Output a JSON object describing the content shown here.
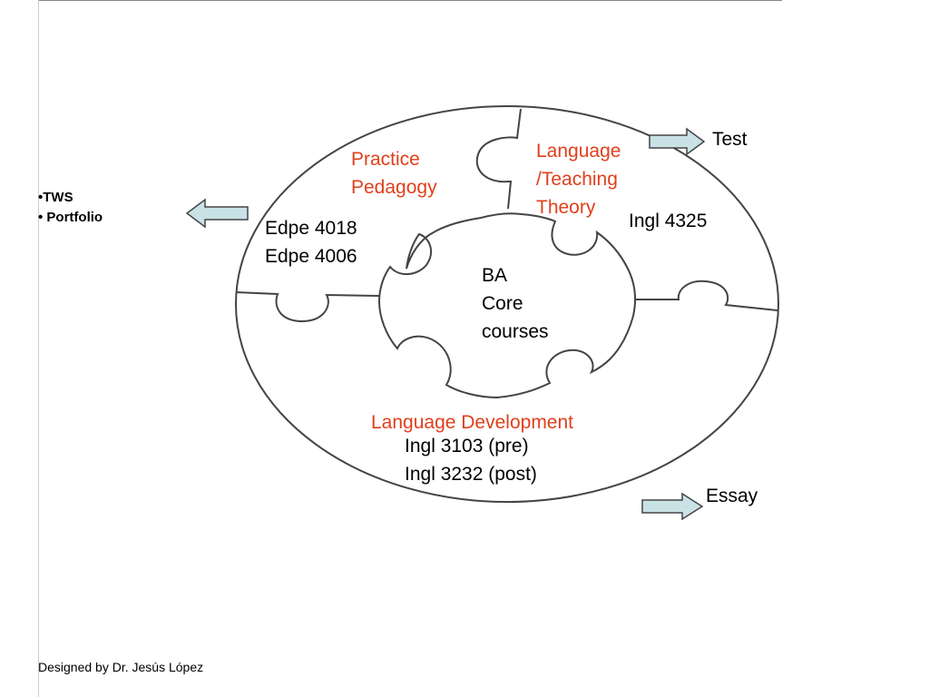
{
  "diagram": {
    "outer_ring": {
      "top_left_quadrant": {
        "title_line1": "Practice",
        "title_line2": "Pedagogy",
        "course1": "Edpe 4018",
        "course2": "Edpe 4006"
      },
      "top_right_quadrant": {
        "title_line1": "Language",
        "title_line2": "/Teaching",
        "title_line3": "Theory",
        "course1": "Ingl 4325"
      },
      "bottom": {
        "title": "Language Development",
        "course1": "Ingl 3103 (pre)",
        "course2": "Ingl 3232 (post)"
      }
    },
    "center": {
      "line1": "BA",
      "line2": "Core",
      "line3": "courses"
    },
    "outputs": {
      "test": "Test",
      "essay": "Essay",
      "bullet1": "•TWS",
      "bullet2": "• Portfolio"
    },
    "credit": "Designed by Dr. Jesús López",
    "colors": {
      "heading": "#e0401c",
      "arrow_fill": "#c8e2e6",
      "outline": "#444444"
    }
  }
}
